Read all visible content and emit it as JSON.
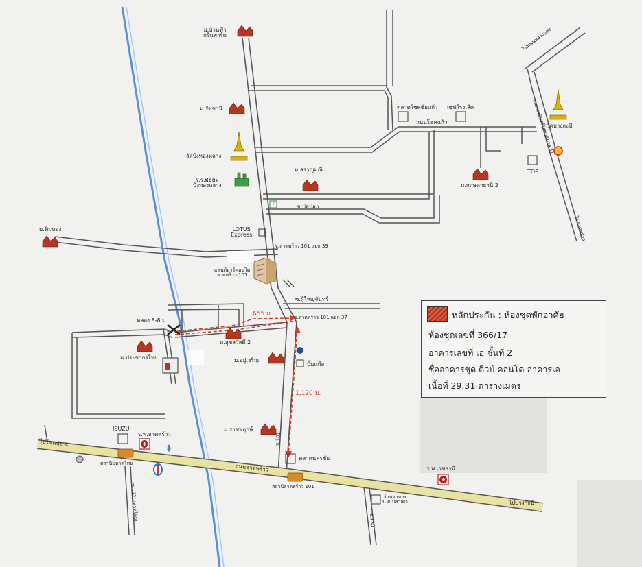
{
  "labels": {
    "ban_fa": "ม.บ้านฟ้า\nกรีนพาร์ค",
    "ratchani": "ม.รัชชานี",
    "wat_bueng": "วัดบึงทองหลาง",
    "school": "ร.ร.มัธยม\nบึงทองหลาง",
    "tim_thong": "ม.ทิมทอง",
    "lotus": "LOTUS\nExpress",
    "soi_101_39": "ซ.ลาดพร้าว 101 แยก 39",
    "condo": "แลนด์มาร์คอนโด\nลาดพร้าว 101",
    "soi_phu_yai": "ซ.ผู้ใหญ่จันทร์",
    "soi_101_37": "ซ.ลาดพร้าว 101 แยก 37",
    "klong": "คลอง 8-8 ม.",
    "prachakorn": "ม.ประชากรไทย",
    "sukhawadee": "ม.สุขสวัสดิ์ 2",
    "yoocharoen": "ม.อยู่เจริญ",
    "pumkaew": "ปั๊มแก๊ส",
    "ratchaphruek": "ม.ราชพฤกษ์",
    "sanmai": "ม.สราญมณี",
    "seven": "7",
    "soi_bor_pla": "ซ.บ่อปลา",
    "talad_chok": "ตลาดโชคชัยแก้ว",
    "tesco": "เซฟโรงเลิศ",
    "thanon_chok": "ถนนโชคแก้ว",
    "krung": "ม.กฤษดาธานี 2",
    "top": "TOP",
    "wat_bang_kapi": "วัดบางกะปิ",
    "to_hua_mak": "ไปถนนหลวงแพ่ง",
    "to_ram": "ถนนนวมินทร์(สุขาภิบาล 1)",
    "to_lpw": "ไปลาดพร้าว",
    "isuzu": "ISUZU",
    "hosp_lp": "ร.พ.ลาดพร้าว",
    "sta_chok": "สถานีมหาดไทย",
    "sta_101": "สถานีลาดพร้าว 101",
    "road_lp": "ถนนลาดพร้าว",
    "to_chok": "ไปโชคชัย 4",
    "soi_122": "ซ.122(มหาดไทย)",
    "market": "ตลาดนครชัย",
    "hosp_vej": "ร.พ.เวชธานี",
    "restaurant": "ร้านอาหาร\nน.ต.ปลาเผา",
    "soi_130": "ซ.130",
    "to_bangkapi": "ไปบางกะปิ",
    "soi_101": "ซ.101",
    "dist_655": "655 ม.",
    "dist_1120": "1,120 ม."
  },
  "legend": {
    "title": "หลักประกัน : ห้องชุดพักอาศัย",
    "unit_no": "ห้องชุดเลขที่   366/17",
    "building": "อาคารเลขที่       เอ    ชั้นที่  2",
    "name": "ชื่ออาคารชุด  ดิวบ์ คอนโด อาคารเอ",
    "area": "เนื้อที่   29.31  ตารางเมตร"
  },
  "colors": {
    "road": "#555555",
    "main_road": "#e8e3a0",
    "canal": "#5b8fd6",
    "route": "#d53a2a",
    "house": "#b8351f",
    "temple": "#d9b300",
    "school": "#3f9e3f"
  }
}
